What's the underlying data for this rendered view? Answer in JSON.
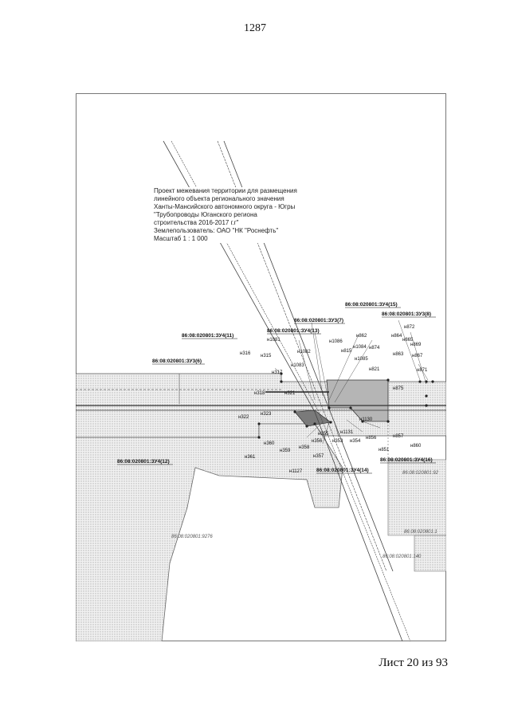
{
  "page_number": "1287",
  "sheet_label": "Лист 20 из 93",
  "header": {
    "lines": [
      "Проект межевания территории для размещения",
      "линейного объекта регионального значения",
      "Ханты-Мансийского автономного округа - Югры",
      "\"Трубопроводы Юганского региона",
      "строительства 2016-2017 г.г\"",
      "Землепользователь: ОАО \"НК \"Роснефть\"",
      "Масштаб 1 : 1 000"
    ]
  },
  "plots": [
    "86:08:020801:ЗУ4(15)",
    "86:08:020801:ЗУ3(8)",
    "86:08:020801:ЗУ3(7)",
    "86:08:020801:ЗУ4(13)",
    "86:08:020801:ЗУ4(11)",
    "86:08:020801:ЗУ3(6)",
    "86:08:020801:ЗУ4(12)",
    "86:08:020801:ЗУ4(14)",
    "86:08:020801:ЗУ4(16)"
  ],
  "cadastral": [
    "86:08:020801:9276",
    "86:08:020801:92",
    "86:08:020801:1",
    "86:08:020801:140"
  ],
  "points": [
    "н872",
    "н862",
    "н864",
    "н865",
    "н869",
    "н867",
    "н871",
    "н874",
    "н863",
    "н1081",
    "н1082",
    "н1086",
    "н815",
    "н1084",
    "н1085",
    "н1083",
    "н821",
    "н875",
    "н316",
    "н315",
    "н317",
    "н318",
    "н321",
    "н322",
    "н323",
    "н360",
    "н361",
    "н359",
    "н358",
    "н356",
    "н355",
    "н353",
    "н354",
    "н357",
    "н1127",
    "н1131",
    "н1130",
    "н856",
    "н851",
    "н857",
    "н860"
  ]
}
